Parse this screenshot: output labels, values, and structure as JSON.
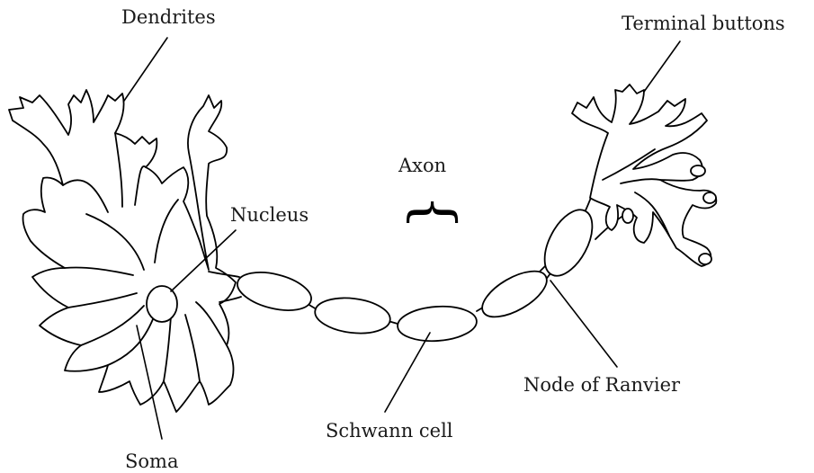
{
  "diagram": {
    "labels": {
      "dendrites": "Dendrites",
      "terminal_buttons": "Terminal buttons",
      "axon": "Axon",
      "nucleus": "Nucleus",
      "node_of_ranvier": "Node of Ranvier",
      "schwann_cell": "Schwann cell",
      "soma": "Soma"
    },
    "colors": {
      "outline": "#000000",
      "fill": "#ffffff",
      "text": "#1a1a1a"
    }
  }
}
